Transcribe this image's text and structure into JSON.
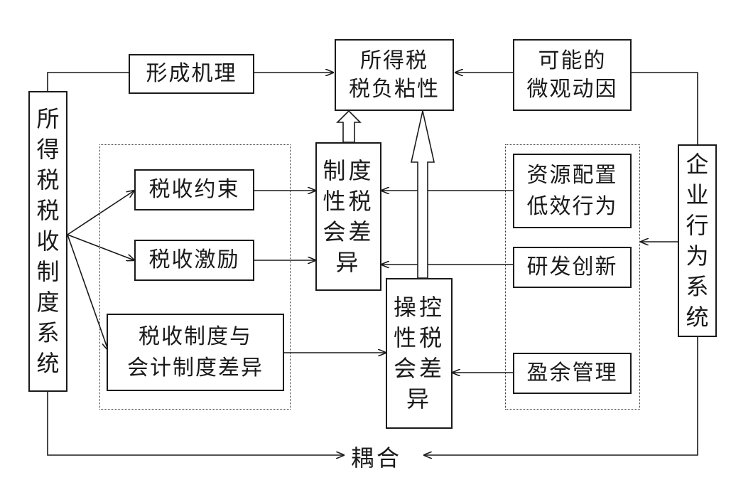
{
  "colors": {
    "line": "#1a1a1a",
    "background": "#ffffff"
  },
  "boxes": {
    "tax_institution_system": "所\n得\n税\n税\n收\n制\n度\n系\n统",
    "formation_mechanism": "形成机理",
    "income_tax_stickiness": "所得税\n税负粘性",
    "micro_motives": "可能的\n微观动因",
    "enterprise_behavior_system": "企\n业\n行\n为\n系\n统",
    "tax_constraint": "税收约束",
    "tax_incentive": "税收激励",
    "tax_accounting_diff": "税收制度与\n会计制度差异",
    "institutional_btd": "制度\n性税\n会差\n异",
    "manipulative_btd": "操控\n性税\n会差\n异",
    "resource_misallocation": "资源配置\n低效行为",
    "rd_innovation": "研发创新",
    "earnings_management": "盈余管理"
  },
  "coupling_label": "耦合"
}
